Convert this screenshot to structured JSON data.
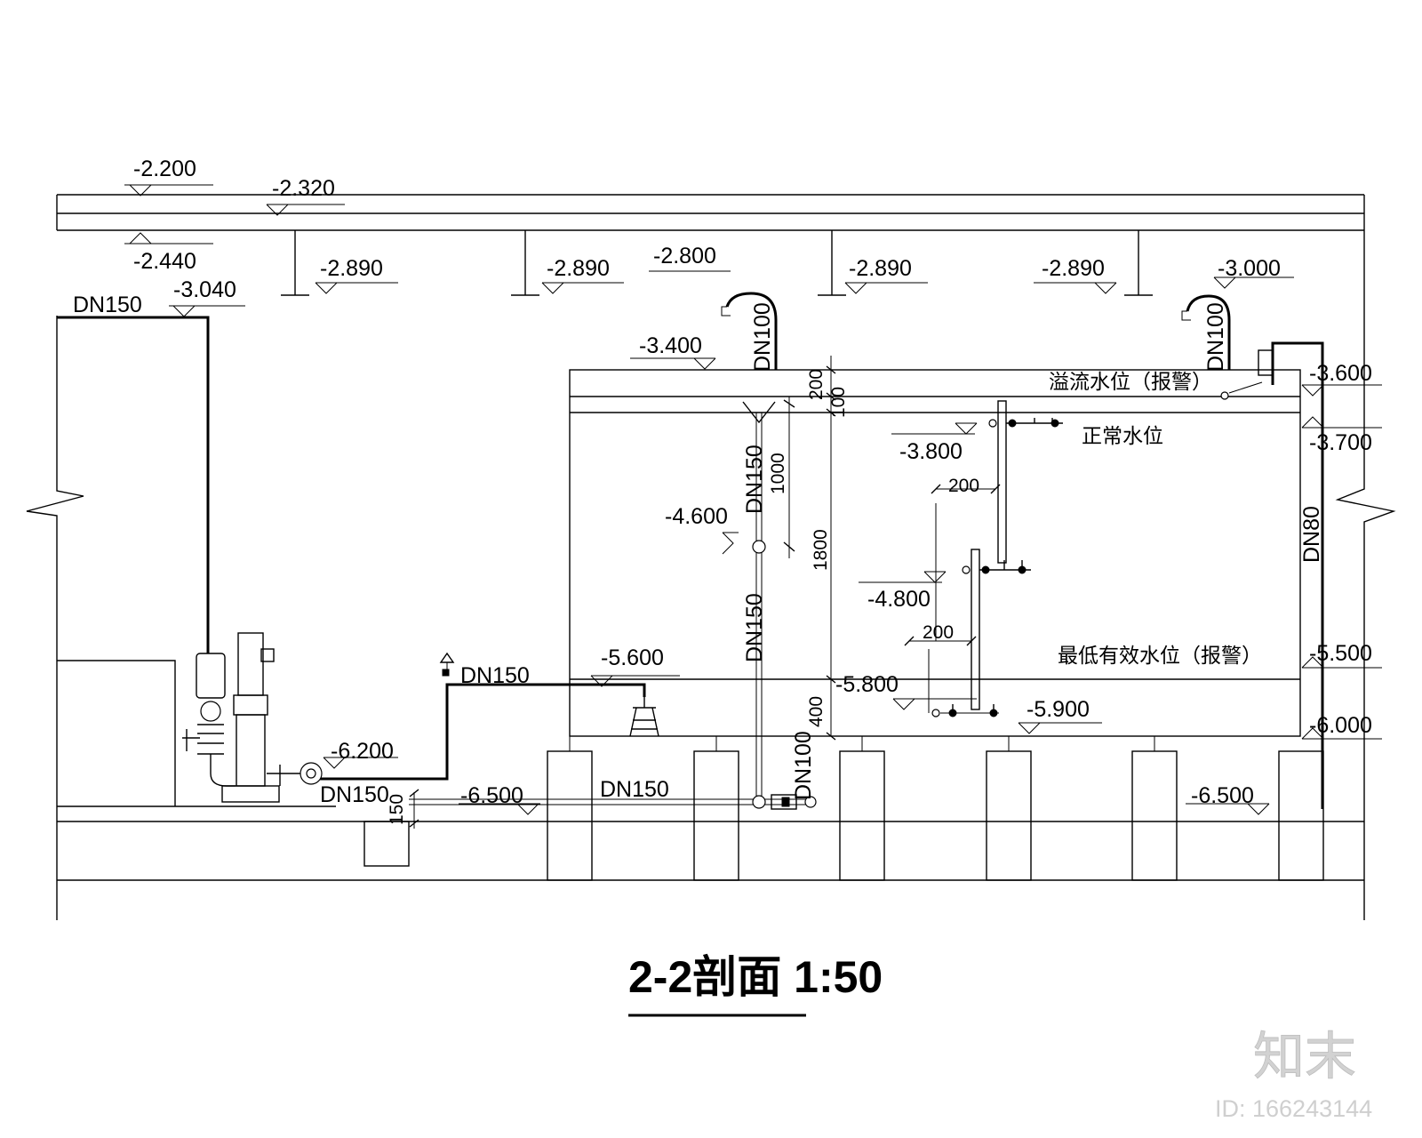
{
  "title": "2-2剖面  1:50",
  "watermark": {
    "brand": "知末",
    "id_text": "ID: 166243144"
  },
  "elevations": {
    "e1": "-2.200",
    "e2": "-2.320",
    "e3": "-2.440",
    "e4": "-3.040",
    "e5": "-2.890",
    "e6": "-2.890",
    "e7": "-2.800",
    "e8": "-2.890",
    "e9": "-2.890",
    "e10": "-3.000",
    "e11": "-3.400",
    "e12": "-3.600",
    "e13": "-3.700",
    "e14": "-3.800",
    "e15": "-4.600",
    "e16": "-4.800",
    "e17": "-5.600",
    "e18": "-5.800",
    "e19": "-5.900",
    "e20": "-5.500",
    "e21": "-6.000",
    "e22": "-6.200",
    "e23": "-6.500",
    "e24": "-6.500"
  },
  "pipes": {
    "p1": "DN150",
    "p2": "DN100",
    "p3": "DN100",
    "p4": "DN150",
    "p5": "DN150",
    "p6": "DN150",
    "p7": "DN80",
    "p8": "DN100",
    "p9": "DN150",
    "p10": "DN150"
  },
  "dimensions": {
    "d1": "200",
    "d2": "100",
    "d3": "1000",
    "d4": "1800",
    "d5": "200",
    "d6": "200",
    "d7": "400",
    "d8": "150"
  },
  "water_levels": {
    "overflow": "溢流水位（报警）",
    "normal": "正常水位",
    "lowest": "最低有效水位（报警）"
  }
}
